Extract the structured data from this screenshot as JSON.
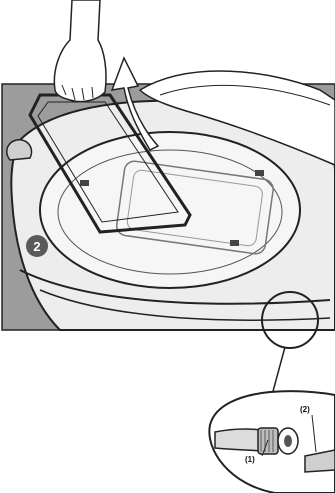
{
  "illustration": {
    "step_number": "2",
    "callouts": [
      "(1)",
      "(2)"
    ],
    "icons": [
      "hands-icon",
      "upward-arrow-icon",
      "grill-tray-icon",
      "magnifier-circle-icon",
      "threaded-pin-icon",
      "rod-icon"
    ],
    "colors": {
      "panel": "#9c9c9c",
      "linework": "#222222",
      "badge": "#5a5a5a",
      "arrow": "#ffffff"
    }
  }
}
